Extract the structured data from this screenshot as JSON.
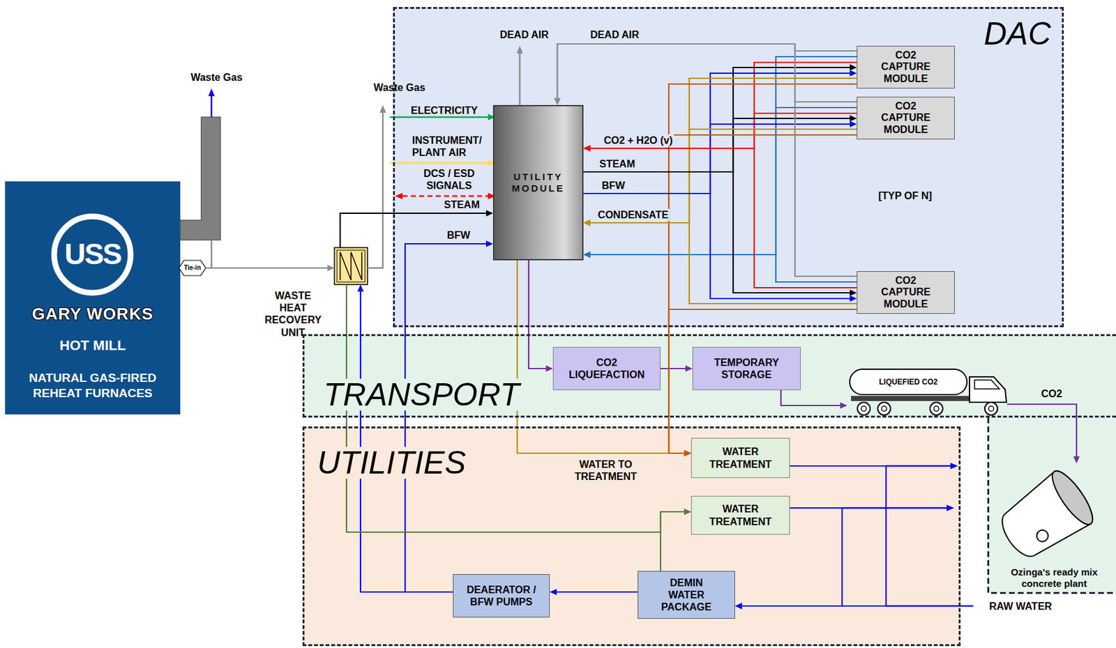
{
  "diagram": {
    "nodes": [
      {
        "text": [
          "USS",
          "GARY WORKS",
          "HOT MILL",
          "NATURAL GAS-FIRED REHEAT FURNACES"
        ]
      },
      {
        "text": [
          "Tie-in"
        ]
      },
      {
        "text": [
          "WASTE HEAT RECOVERY UNIT"
        ]
      },
      {
        "text": [
          "DAC"
        ]
      },
      {
        "text": [
          "UTILITY MODULE"
        ],
        "in": 3
      },
      {
        "text": [
          "CO2 CAPTURE MODULE"
        ],
        "in": 3
      },
      {
        "text": [
          "CO2 CAPTURE MODULE"
        ],
        "in": 3
      },
      {
        "text": [
          "CO2 CAPTURE MODULE"
        ],
        "in": 3
      },
      {
        "text": [
          "TRANSPORT"
        ]
      },
      {
        "text": [
          "CO2 LIQUEFACTION"
        ],
        "in": 8
      },
      {
        "text": [
          "TEMPORARY STORAGE"
        ],
        "in": 8
      },
      {
        "text": [
          "LIQUEFIED CO2"
        ],
        "in": 8
      },
      {
        "text": [
          "UTILITIES"
        ]
      },
      {
        "text": [
          "WATER TREATMENT"
        ],
        "in": 12
      },
      {
        "text": [
          "WATER TREATMENT"
        ],
        "in": 12
      },
      {
        "text": [
          "DEAERATOR / BFW PUMPS"
        ],
        "in": 12
      },
      {
        "text": [
          "DEMIN WATER PACKAGE"
        ],
        "in": 12
      },
      {
        "text": [
          "Ozinga's ready mix concrete plant"
        ]
      }
    ],
    "edges": [
      {
        "from": 1,
        "to": 2,
        "arrow": "to"
      },
      {
        "from": 2,
        "to": 4,
        "label": "STEAM",
        "arrow": "to"
      },
      {
        "from": 15,
        "to": 4,
        "label": "BFW",
        "arrow": "to"
      },
      {
        "from": 15,
        "to": 2,
        "arrow": "to"
      },
      {
        "from": 2,
        "to": 14,
        "arrow": "to"
      },
      {
        "from": 16,
        "to": 14,
        "arrow": "to"
      },
      {
        "from": 4,
        "to": 9,
        "arrow": "to"
      },
      {
        "from": 9,
        "to": 10,
        "arrow": "to"
      },
      {
        "from": 10,
        "to": 11,
        "arrow": "to"
      },
      {
        "from": 11,
        "to": 17,
        "label": "CO2",
        "arrow": "to"
      },
      {
        "from": 4,
        "to": 13,
        "label": "WATER TO TREATMENT",
        "arrow": "to"
      },
      {
        "from": 13,
        "to": 16,
        "arrow": "to"
      },
      {
        "from": 14,
        "to": 16,
        "arrow": "to"
      },
      {
        "from": 16,
        "to": 15,
        "arrow": "to"
      },
      {
        "from": 5,
        "to": 4,
        "label": "DEAD AIR",
        "arrow": "to"
      },
      {
        "from": 5,
        "to": 4,
        "arrow": "to"
      },
      {
        "from": 5,
        "to": 4,
        "label": "CO2 + H2O (v)",
        "arrow": "to"
      },
      {
        "from": 4,
        "to": 5,
        "label": "STEAM",
        "arrow": "to"
      },
      {
        "from": 4,
        "to": 5,
        "label": "BFW",
        "arrow": "to"
      },
      {
        "from": 5,
        "to": 4,
        "label": "CONDENSATE",
        "arrow": "to"
      },
      {
        "from": 5,
        "to": 13,
        "arrow": "to"
      },
      {
        "from": 6,
        "to": 4,
        "arrow": "to"
      },
      {
        "from": 6,
        "to": 4,
        "arrow": "to"
      },
      {
        "from": 6,
        "to": 4,
        "arrow": "to"
      },
      {
        "from": 4,
        "to": 6,
        "arrow": "to"
      },
      {
        "from": 4,
        "to": 6,
        "arrow": "to"
      },
      {
        "from": 6,
        "to": 4,
        "arrow": "to"
      },
      {
        "from": 6,
        "to": 13,
        "arrow": "to"
      },
      {
        "from": 7,
        "to": 4,
        "arrow": "to"
      },
      {
        "from": 7,
        "to": 4,
        "arrow": "to"
      },
      {
        "from": 7,
        "to": 4,
        "arrow": "to"
      },
      {
        "from": 4,
        "to": 7,
        "arrow": "to"
      },
      {
        "from": 4,
        "to": 7,
        "arrow": "to"
      },
      {
        "from": 7,
        "to": 4,
        "arrow": "to"
      },
      {
        "from": 7,
        "to": 13,
        "arrow": "to"
      }
    ],
    "labels": [
      "Waste Gas",
      "Waste Gas",
      "DEAD AIR",
      "ELECTRICITY",
      "INSTRUMENT/ PLANT AIR",
      "DCS / ESD SIGNALS",
      "[TYP OF N]",
      "RAW WATER"
    ]
  }
}
